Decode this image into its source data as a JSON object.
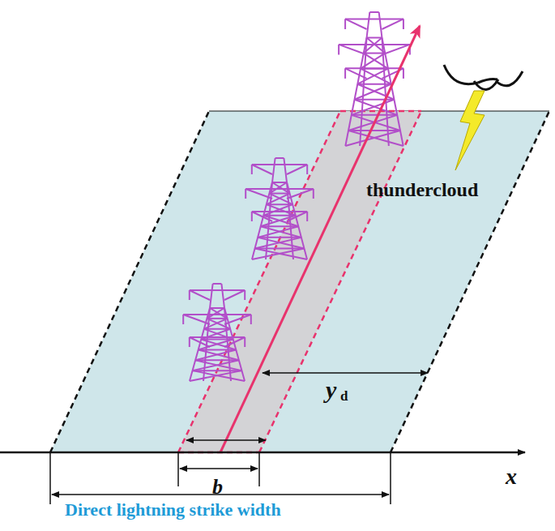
{
  "diagram": {
    "labels": [
      "thundercloud",
      "y",
      "d",
      "b",
      "x",
      "Direct lightning strike width"
    ]
  }
}
